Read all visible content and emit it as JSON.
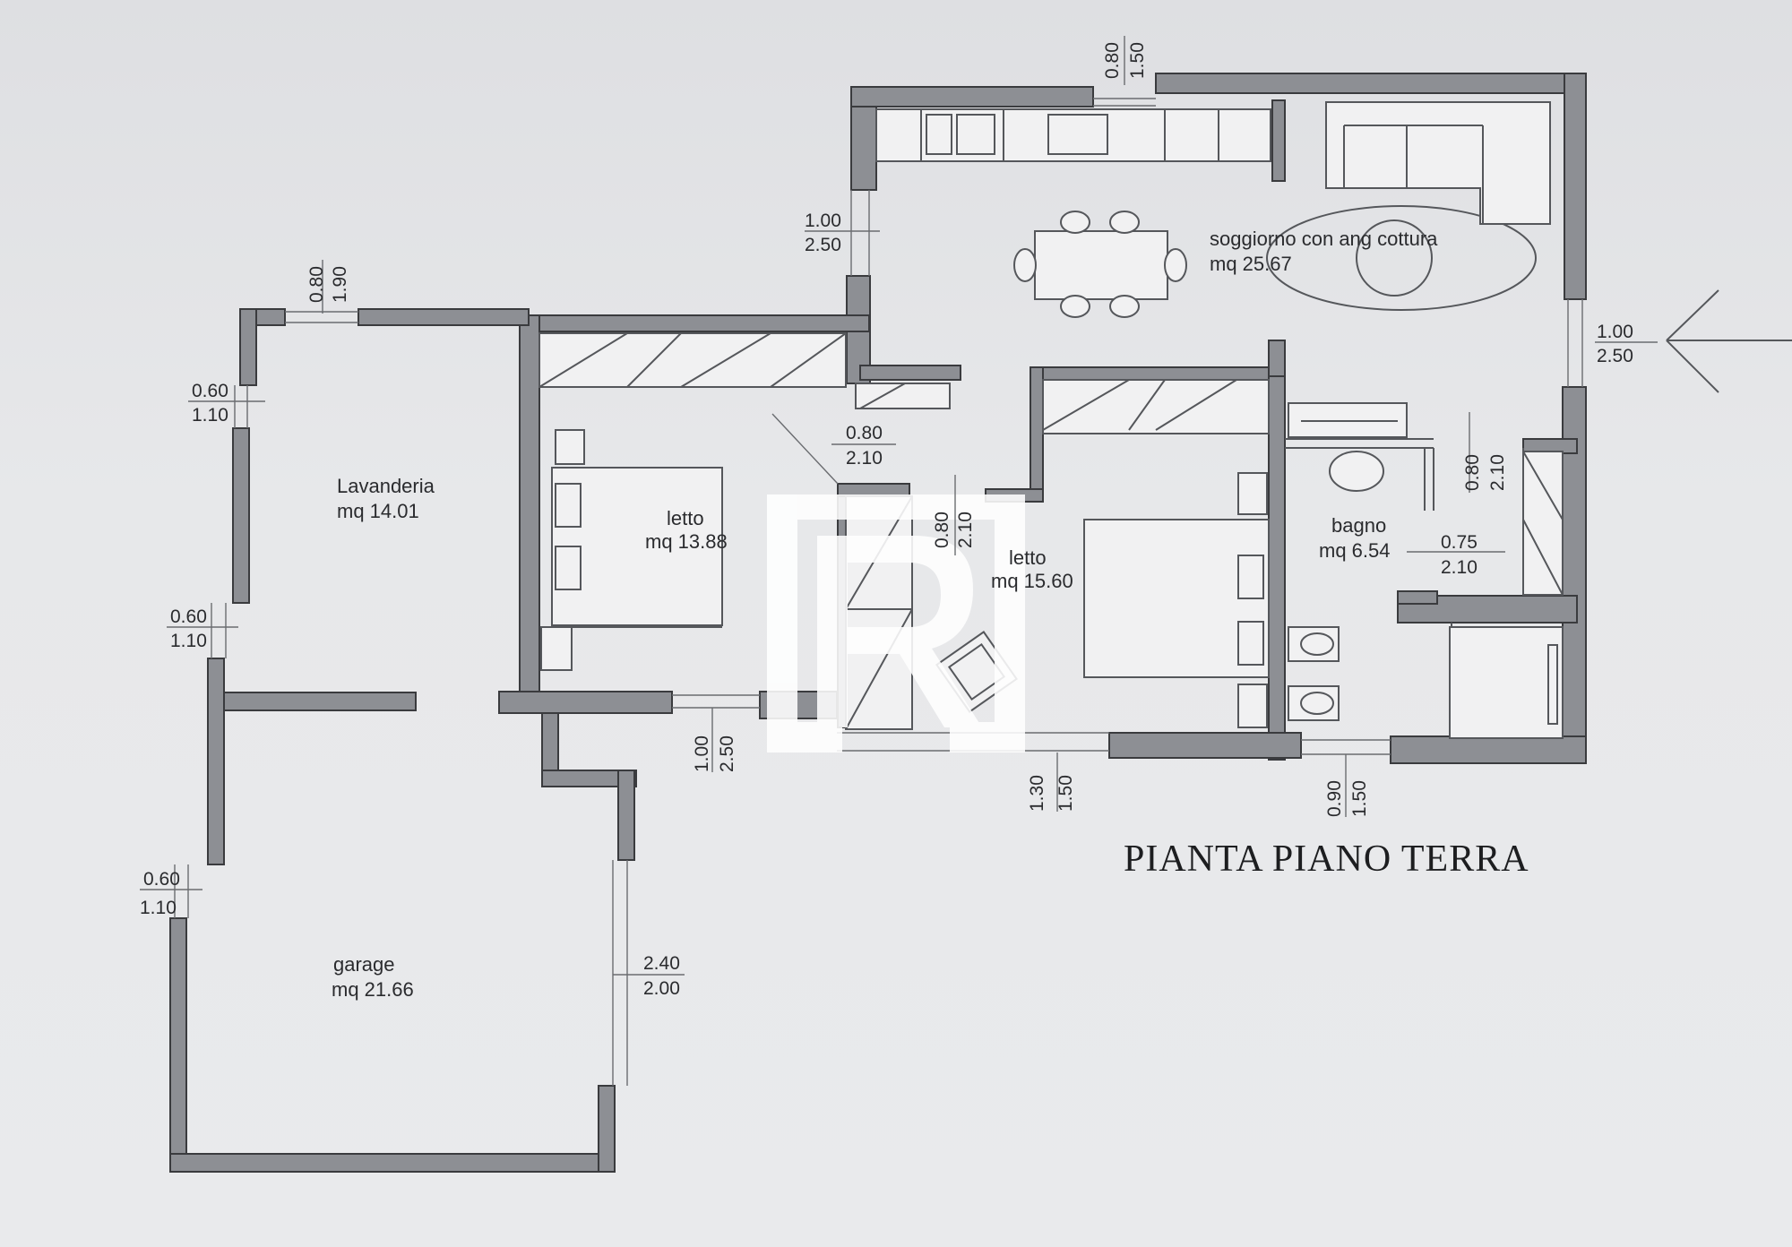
{
  "title": "PIANTA PIANO TERRA",
  "rooms": {
    "soggiorno": {
      "name": "soggiorno con ang cottura",
      "area": "mq 25.67"
    },
    "lavanderia": {
      "name": "Lavanderia",
      "area": "mq 14.01"
    },
    "letto1": {
      "name": "letto",
      "area": "mq 13.88"
    },
    "letto2": {
      "name": "letto",
      "area": "mq 15.60"
    },
    "bagno": {
      "name": "bagno",
      "area": "mq 6.54"
    },
    "garage": {
      "name": "garage",
      "area": "mq 21.66"
    }
  },
  "dimensions": {
    "top_window": [
      "0.80",
      "1.50"
    ],
    "kitchen_left": [
      "1.00",
      "2.50"
    ],
    "laundry_top": [
      "0.80",
      "1.90"
    ],
    "laundry_left_upper": [
      "0.60",
      "1.10"
    ],
    "laundry_left_lower": [
      "0.60",
      "1.10"
    ],
    "garage_left": [
      "0.60",
      "1.10"
    ],
    "entrance_right": [
      "1.00",
      "2.50"
    ],
    "hall_door": [
      "0.80",
      "2.10"
    ],
    "bedroom_door": [
      "0.80",
      "2.10"
    ],
    "bath_door": [
      "0.80",
      "2.10"
    ],
    "bath_inner_door": [
      "0.75",
      "2.10"
    ],
    "bedroom1_bottom": [
      "1.00",
      "2.50"
    ],
    "bedroom2_bottom": [
      "1.30",
      "1.50"
    ],
    "bath_bottom": [
      "0.90",
      "1.50"
    ],
    "garage_door": [
      "2.40",
      "2.00"
    ]
  },
  "colors": {
    "wall": "#8d8f94",
    "line": "#55575b",
    "paper": "#e7e8ea"
  },
  "icons": [
    "entrance-arrow-icon",
    "watermark-logo"
  ]
}
